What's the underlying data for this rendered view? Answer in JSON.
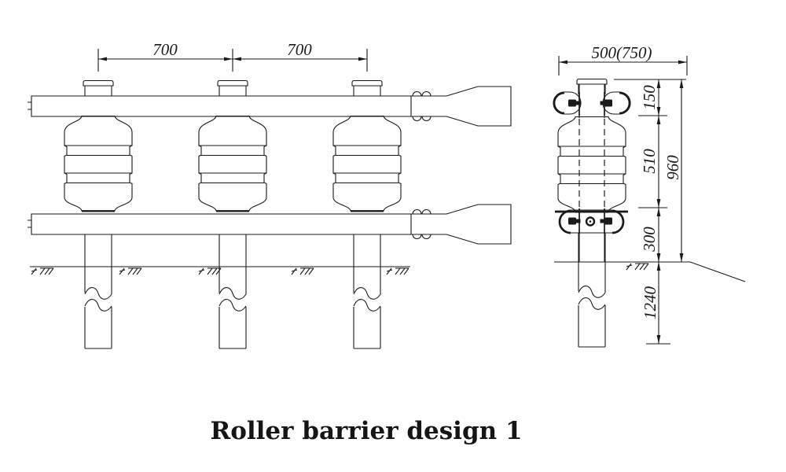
{
  "title": "Roller barrier design 1",
  "front_view": {
    "post_spacing_dims": [
      "700",
      "700"
    ]
  },
  "side_view": {
    "width_dim": "500(750)",
    "cap_to_rail_dim": "150",
    "roller_height_dim": "510",
    "rail_to_ground_dim": "300",
    "total_height_dim": "960",
    "embedment_depth_dim": "1240"
  }
}
